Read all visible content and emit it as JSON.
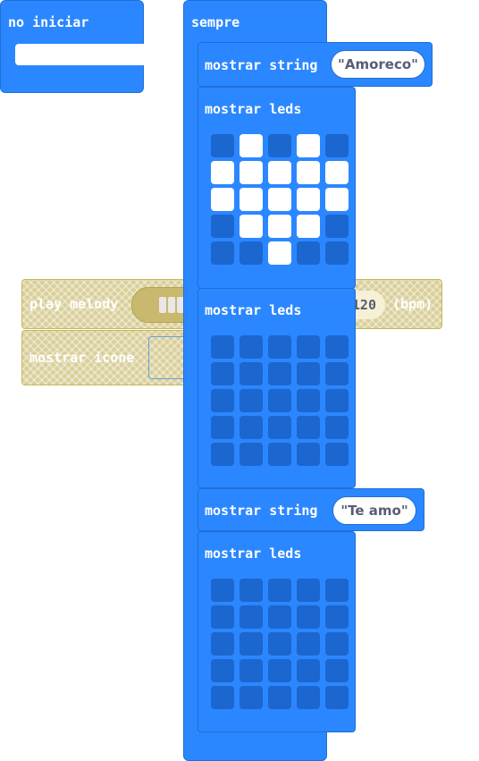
{
  "on_start": {
    "label": "no iniciar"
  },
  "forever": {
    "label": "sempre"
  },
  "blocks": [
    {
      "type": "show_string",
      "label": "mostrar string",
      "value": "\"Amoreco\""
    },
    {
      "type": "show_leds",
      "label": "mostrar leds",
      "leds": [
        [
          0,
          1,
          0,
          1,
          0
        ],
        [
          1,
          1,
          1,
          1,
          1
        ],
        [
          1,
          1,
          1,
          1,
          1
        ],
        [
          0,
          1,
          1,
          1,
          0
        ],
        [
          0,
          0,
          1,
          0,
          0
        ]
      ]
    },
    {
      "type": "show_leds",
      "label": "mostrar leds",
      "leds": [
        [
          0,
          0,
          0,
          0,
          0
        ],
        [
          0,
          0,
          0,
          0,
          0
        ],
        [
          0,
          0,
          0,
          0,
          0
        ],
        [
          0,
          0,
          0,
          0,
          0
        ],
        [
          0,
          0,
          0,
          0,
          0
        ]
      ]
    },
    {
      "type": "show_string",
      "label": "mostrar string",
      "value": "\"Te amo\""
    },
    {
      "type": "show_leds",
      "label": "mostrar leds",
      "leds": [
        [
          0,
          0,
          0,
          0,
          0
        ],
        [
          0,
          0,
          0,
          0,
          0
        ],
        [
          0,
          0,
          0,
          0,
          0
        ],
        [
          0,
          0,
          0,
          0,
          0
        ],
        [
          0,
          0,
          0,
          0,
          0
        ]
      ]
    }
  ],
  "disabled": {
    "play_melody": {
      "label": "play melody",
      "tempo": "120",
      "unit": "(bpm)"
    },
    "show_icon": {
      "label": "mostrar ícone"
    }
  },
  "colors": {
    "block": "#2b87ff",
    "led_off": "#1c66cf",
    "led_on": "#ffffff",
    "disabled": "#d8ce98"
  }
}
